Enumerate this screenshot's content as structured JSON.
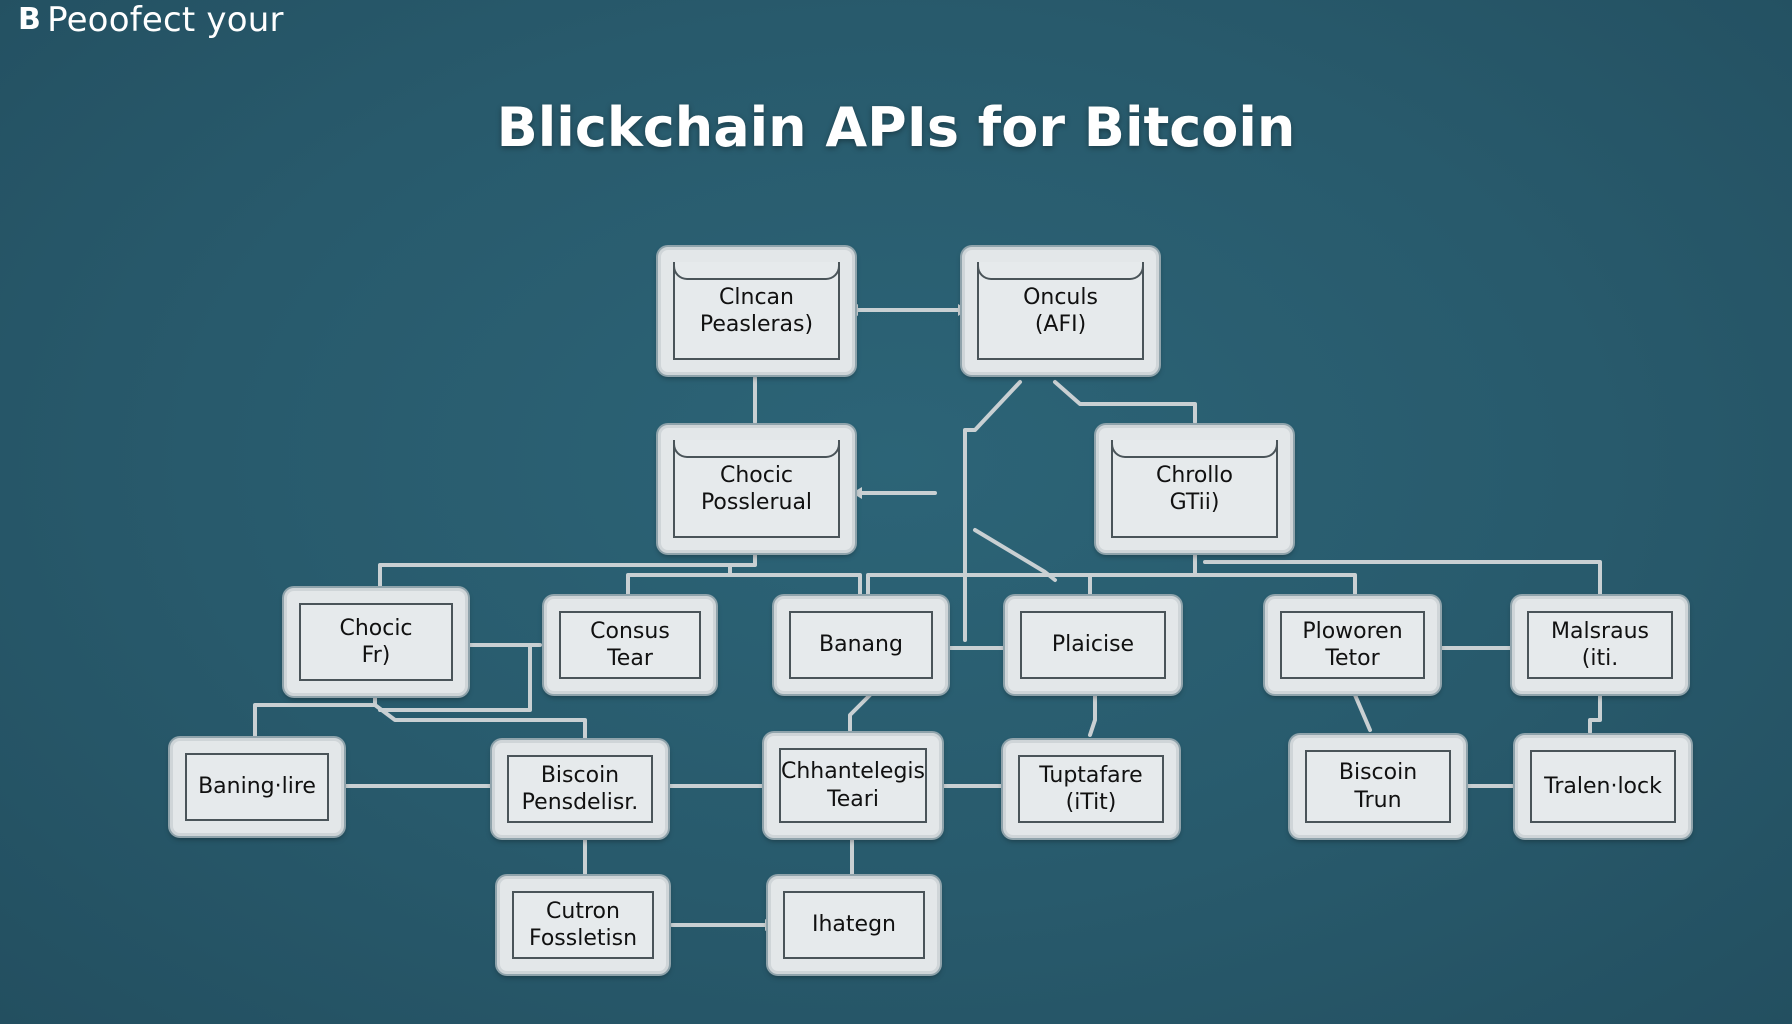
{
  "brand": {
    "logo": "B",
    "text": "Peoofect your"
  },
  "title": "Blickchain APIs for Bitcoin",
  "nodes": [
    {
      "id": "n1",
      "label": "Clncan\nPeasleras)"
    },
    {
      "id": "n2",
      "label": "Onculs\n(AFI)"
    },
    {
      "id": "n3",
      "label": "Chocic\nPosslerual"
    },
    {
      "id": "n4",
      "label": "Chrollo\nGTii)"
    },
    {
      "id": "n5",
      "label": "Chocic\nFr)"
    },
    {
      "id": "n6",
      "label": "Consus\nTear"
    },
    {
      "id": "n7",
      "label": "Banang"
    },
    {
      "id": "n8",
      "label": "Plaicise"
    },
    {
      "id": "n9",
      "label": "Ploworen\nTetor"
    },
    {
      "id": "n10",
      "label": "Malsraus\n(iti."
    },
    {
      "id": "n11",
      "label": "Baning·lire"
    },
    {
      "id": "n12",
      "label": "Biscoin\nPensdelisr."
    },
    {
      "id": "n13",
      "label": "Chhantelegis\nTeari"
    },
    {
      "id": "n14",
      "label": "Tuptafare\n(iTit)"
    },
    {
      "id": "n15",
      "label": "Biscoin\nTrun"
    },
    {
      "id": "n16",
      "label": "Tralen·lock"
    },
    {
      "id": "n17",
      "label": "Cutron\nFossletisn"
    },
    {
      "id": "n18",
      "label": "Ihategn"
    }
  ]
}
